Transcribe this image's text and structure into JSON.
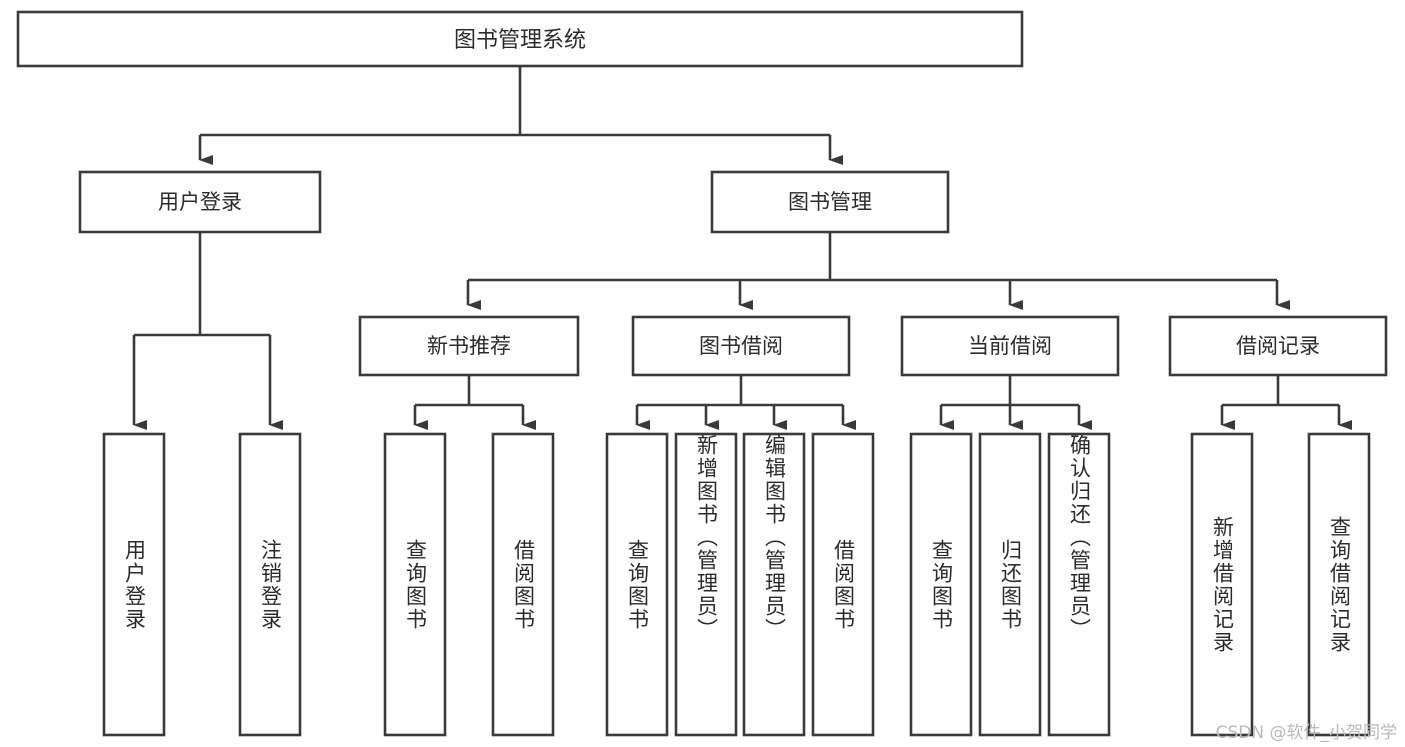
{
  "diagram": {
    "type": "tree",
    "title": "图书管理系统",
    "colors": {
      "box_stroke": "#3a3a3a",
      "box_fill": "#ffffff",
      "text": "#2b2b2b",
      "connector": "#3a3a3a",
      "watermark": "#b9b9b9",
      "background": "#ffffff"
    },
    "root": {
      "label": "图书管理系统"
    },
    "level2": [
      {
        "id": "user-login",
        "label": "用户登录"
      },
      {
        "id": "book-management",
        "label": "图书管理"
      }
    ],
    "level3": [
      {
        "id": "new-book-recommend",
        "label": "新书推荐",
        "parent": "book-management"
      },
      {
        "id": "book-borrow",
        "label": "图书借阅",
        "parent": "book-management"
      },
      {
        "id": "current-borrow",
        "label": "当前借阅",
        "parent": "book-management"
      },
      {
        "id": "borrow-record",
        "label": "借阅记录",
        "parent": "book-management"
      }
    ],
    "leaves": [
      {
        "id": "leaf-user-login",
        "label": "用户登录",
        "parent": "user-login"
      },
      {
        "id": "leaf-logout",
        "label": "注销登录",
        "parent": "user-login"
      },
      {
        "id": "leaf-query-book-1",
        "label": "查询图书",
        "parent": "new-book-recommend"
      },
      {
        "id": "leaf-borrow-book-1",
        "label": "借阅图书",
        "parent": "new-book-recommend"
      },
      {
        "id": "leaf-query-book-2",
        "label": "查询图书",
        "parent": "book-borrow"
      },
      {
        "id": "leaf-add-book",
        "label": "新增图书（管理员）",
        "parent": "book-borrow"
      },
      {
        "id": "leaf-edit-book",
        "label": "编辑图书（管理员）",
        "parent": "book-borrow"
      },
      {
        "id": "leaf-borrow-book-2",
        "label": "借阅图书",
        "parent": "book-borrow"
      },
      {
        "id": "leaf-query-book-3",
        "label": "查询图书",
        "parent": "current-borrow"
      },
      {
        "id": "leaf-return-book",
        "label": "归还图书",
        "parent": "current-borrow"
      },
      {
        "id": "leaf-confirm-return",
        "label": "确认归还（管理员）",
        "parent": "current-borrow"
      },
      {
        "id": "leaf-add-record",
        "label": "新增借阅记录",
        "parent": "borrow-record"
      },
      {
        "id": "leaf-query-record",
        "label": "查询借阅记录",
        "parent": "borrow-record"
      }
    ]
  },
  "watermark": {
    "text": "CSDN @软件_小贺同学"
  }
}
